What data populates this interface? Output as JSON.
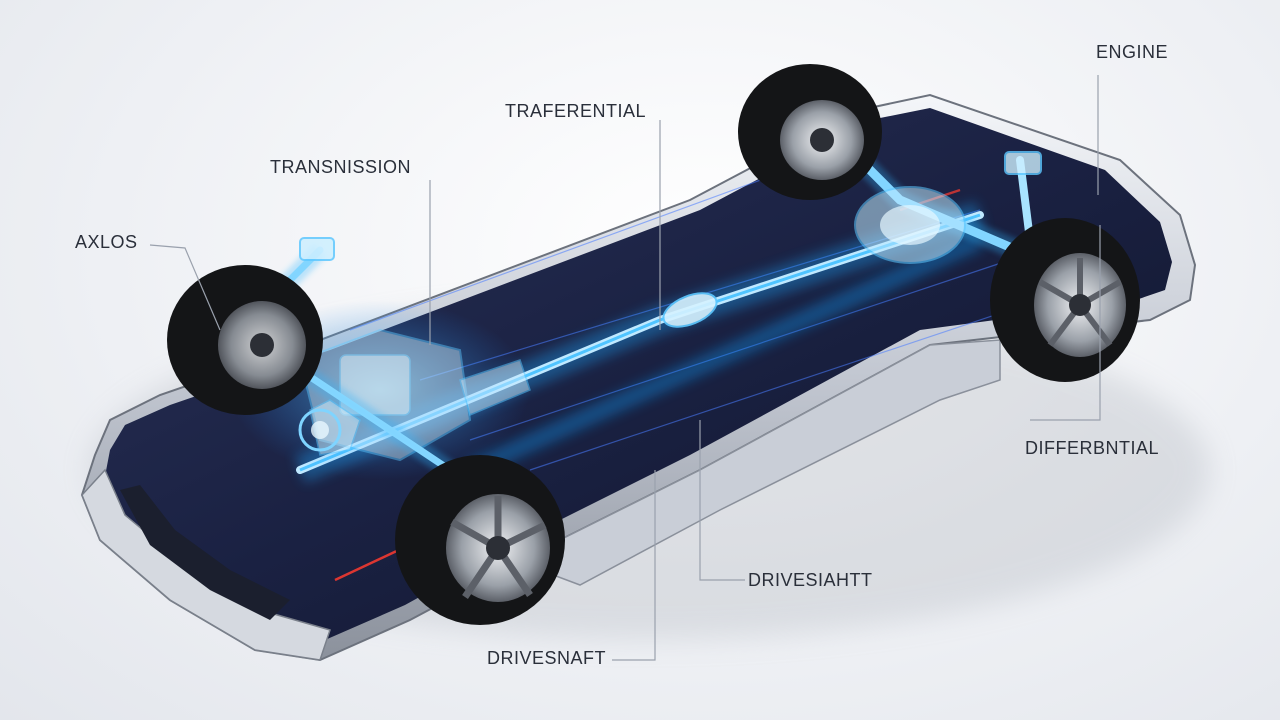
{
  "labels": {
    "engine": "ENGINE",
    "traferential": "TRAFERENTIAL",
    "transmission": "TRANSNISSION",
    "axles": "AXLOS",
    "differential": "DIFFERBNTIAL",
    "driveshaft_right": "DRIVESIAHTT",
    "driveshaft_bottom": "DRIVESNAFT"
  },
  "colors": {
    "background": "#eef0f4",
    "chassis": "#1a2140",
    "chassis_rim": "#c7ccd6",
    "tire": "#141517",
    "glow": "#19a9ff",
    "leader": "#9aa1ad",
    "text": "#2a2f3a"
  }
}
